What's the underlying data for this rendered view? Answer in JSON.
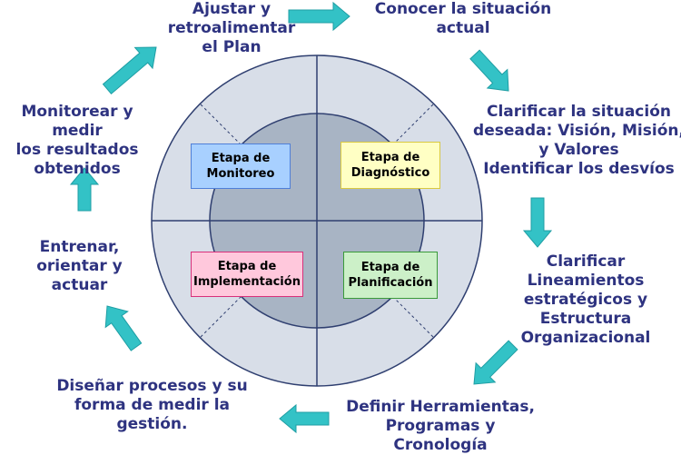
{
  "colors": {
    "text": "#2e3380",
    "arrow": "#33c2c6",
    "outer_ring": "#d8dee8",
    "inner_disc": "#a8b4c4",
    "line": "#2f3f70",
    "stage_monitoreo": "#a8d0ff",
    "stage_diagnostico": "#ffffc4",
    "stage_implementacion": "#ffc8dc",
    "stage_planificacion": "#ccf0c8"
  },
  "steps": [
    {
      "id": "ajustar",
      "text": "Ajustar y\nretroalimentar\nel Plan"
    },
    {
      "id": "conocer",
      "text": "Conocer la situación\nactual"
    },
    {
      "id": "clarificar-situacion",
      "text": "Clarificar la situación\ndeseada: Visión,  Misión,\ny Valores\nIdentificar los desvíos"
    },
    {
      "id": "clarificar-lineamientos",
      "text": "Clarificar\nLineamientos\nestratégicos y\nEstructura\nOrganizacional"
    },
    {
      "id": "definir",
      "text": "Definir Herramientas,\nProgramas y\nCronología"
    },
    {
      "id": "disenar",
      "text": "Diseñar procesos y su\nforma de medir la\ngestión."
    },
    {
      "id": "entrenar",
      "text": "Entrenar,\norientar y\nactuar"
    },
    {
      "id": "monitorear",
      "text": "Monitorear y medir\nlos resultados\nobtenidos"
    }
  ],
  "stages": [
    {
      "id": "monitoreo",
      "text": "Etapa de\nMonitoreo"
    },
    {
      "id": "diagnostico",
      "text": "Etapa de\nDiagnóstico"
    },
    {
      "id": "implementacion",
      "text": "Etapa de\nImplementación"
    },
    {
      "id": "planificacion",
      "text": "Etapa de\nPlanificación"
    }
  ]
}
